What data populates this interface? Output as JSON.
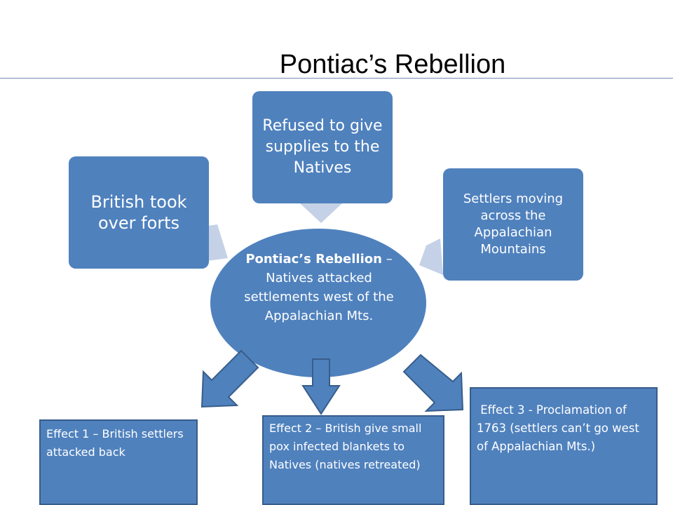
{
  "slide": {
    "title": "Pontiac’s Rebellion"
  },
  "colors": {
    "box_fill": "#4f81bd",
    "box_border": "#385d8a",
    "connector": "#c5d1e6",
    "text": "#ffffff"
  },
  "diagram": {
    "center": {
      "heading": "Pontiac’s Rebellion",
      "text": "– Natives attacked settlements west of the Appalachian Mts."
    },
    "causes": [
      {
        "label": "British took over forts"
      },
      {
        "label": "Refused to give supplies to the Natives"
      },
      {
        "label": "Settlers moving across the Appalachian Mountains"
      }
    ],
    "effects": [
      {
        "label": "Effect 1 – British settlers attacked back"
      },
      {
        "label": "Effect 2 – British give small pox infected blankets to Natives (natives retreated)"
      },
      {
        "label": " Effect 3 - Proclamation of  1763 (settlers can’t go west of Appalachian Mts.)"
      }
    ]
  }
}
